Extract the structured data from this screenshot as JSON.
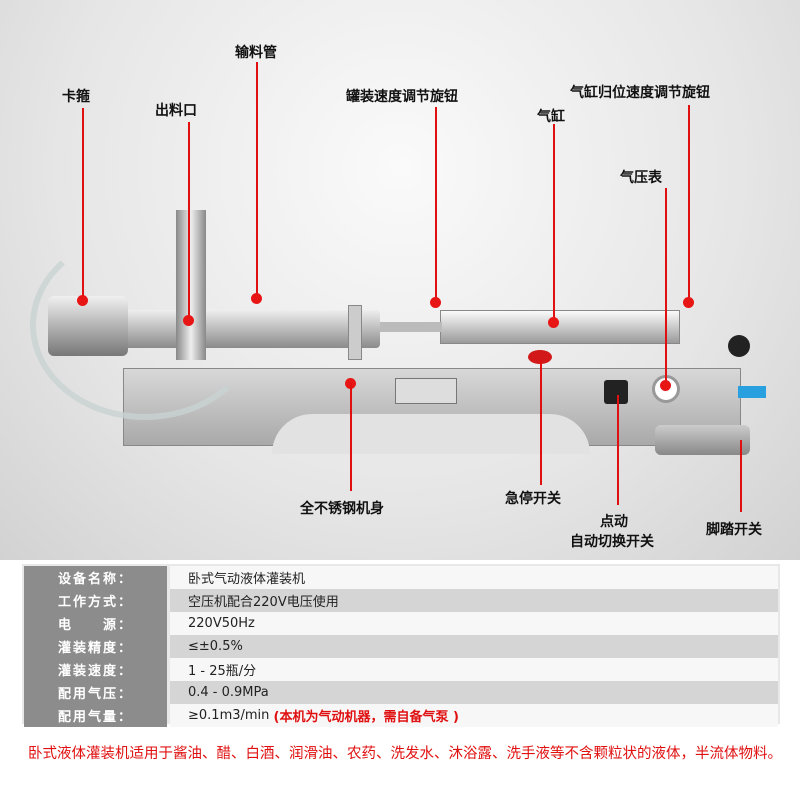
{
  "callouts": {
    "clamp": "卡箍",
    "outlet": "出料口",
    "feed_pipe": "输料管",
    "fill_speed_knob": "罐装速度调节旋钮",
    "cylinder": "气缸",
    "cylinder_return_knob": "气缸归位速度调节旋钮",
    "pressure_gauge": "气压表",
    "body": "全不锈钢机身",
    "emergency_stop": "急停开关",
    "mode_switch_line1": "点动",
    "mode_switch_line2": "自动切换开关",
    "foot_pedal": "脚踏开关"
  },
  "specs": [
    {
      "key": "设备名称：",
      "value": "卧式气动液体灌装机"
    },
    {
      "key": "工作方式：",
      "value": "空压机配合220V电压使用"
    },
    {
      "key": "电　　源：",
      "value": "220V50Hz"
    },
    {
      "key": "灌装精度：",
      "value": "≤±0.5%"
    },
    {
      "key": "灌装速度：",
      "value": "1 - 25瓶/分"
    },
    {
      "key": "配用气压：",
      "value": "0.4 - 0.9MPa"
    },
    {
      "key": "配用气量：",
      "value": "≥0.1m3/min",
      "note": "(本机为气动机器，需自备气泵 )"
    }
  ],
  "description": "卧式液体灌装机适用于酱油、醋、白酒、润滑油、农药、洗发水、沐浴露、洗手液等不含颗粒状的液体，半流体物料。",
  "colors": {
    "accent": "#e01010",
    "label_bg": "#8c8c8c"
  }
}
